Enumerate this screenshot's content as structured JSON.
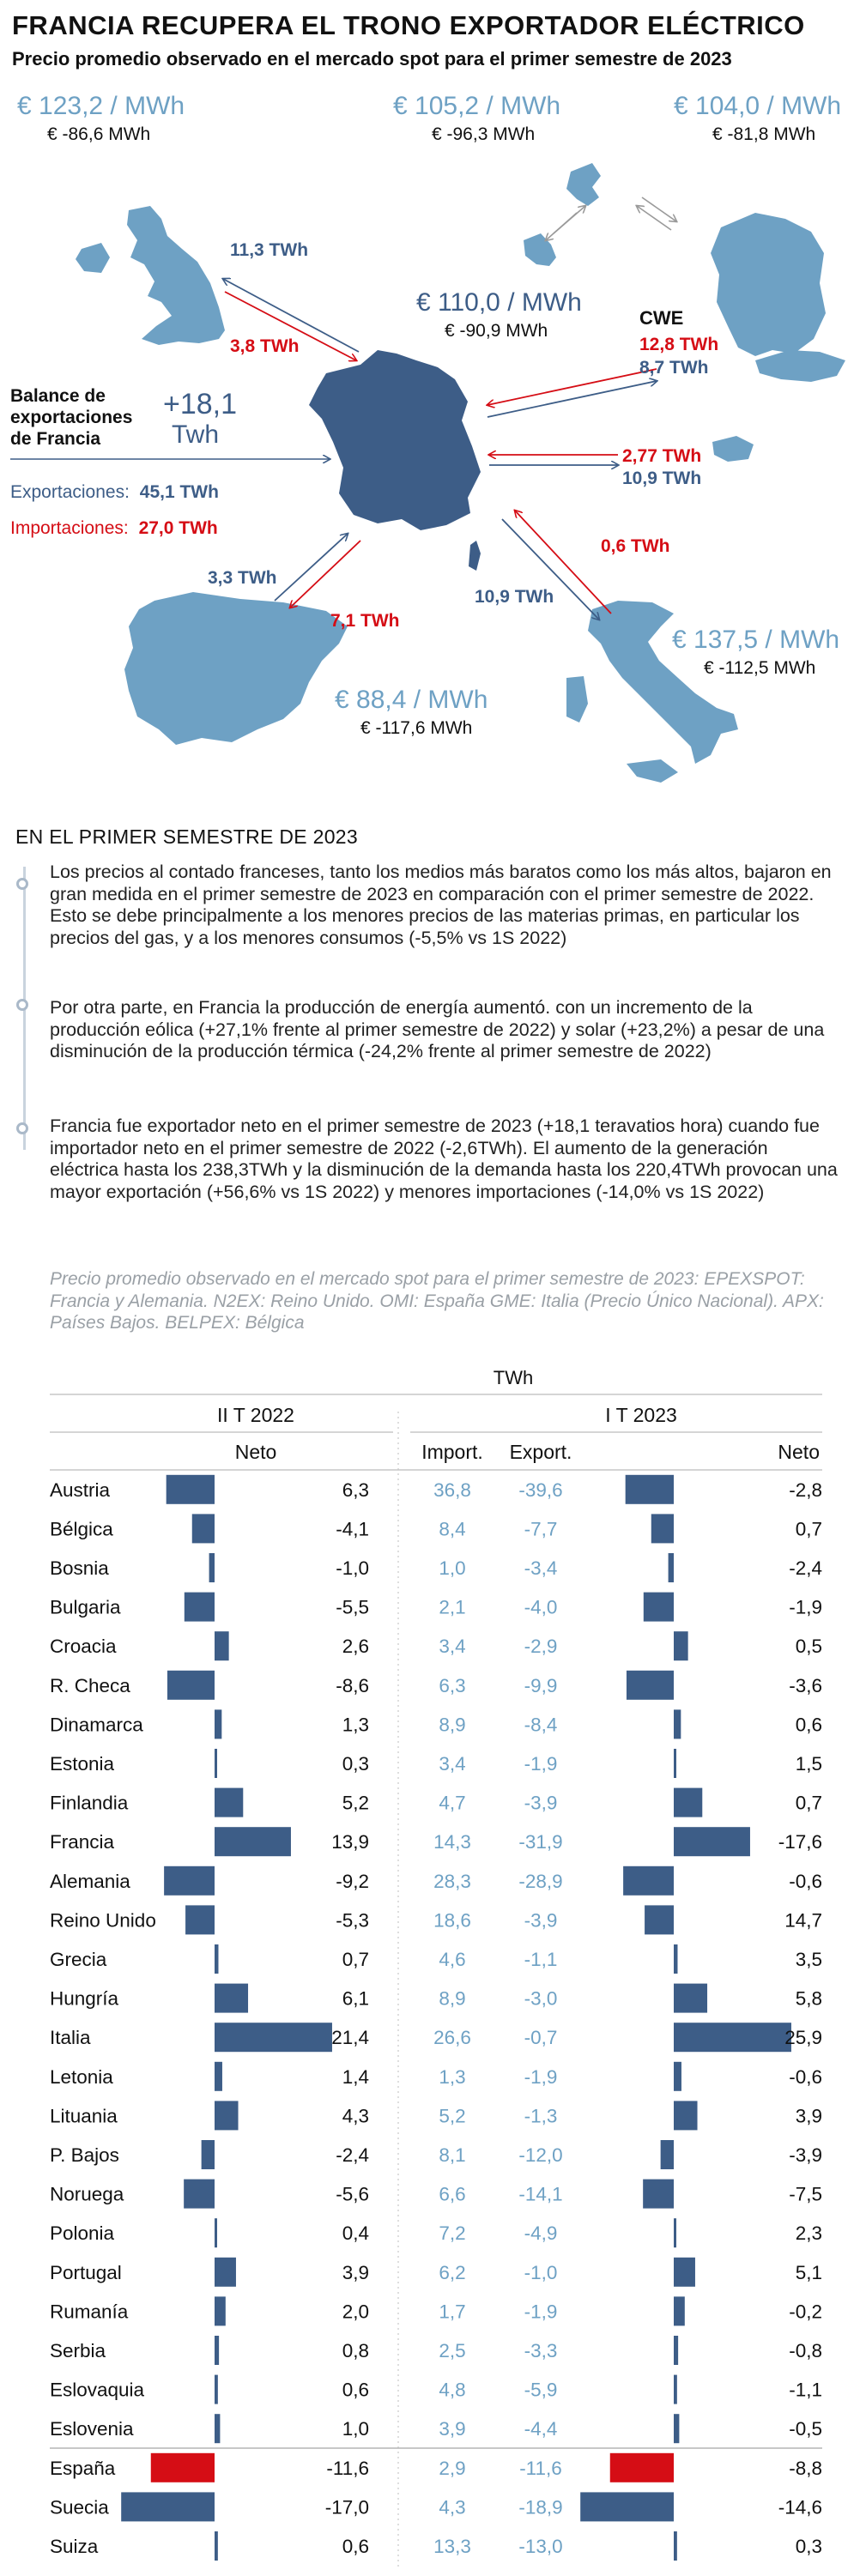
{
  "title": "FRANCIA RECUPERA EL TRONO EXPORTADOR ELÉCTRICO",
  "subtitle": "Precio promedio observado en el mercado spot para el primer semestre de 2023",
  "colors": {
    "navy": "#3d5d87",
    "light_blue": "#6ea1c4",
    "red": "#d50d15",
    "map_gray": "#9a9a9a"
  },
  "map": {
    "uk": {
      "price": "€ 123,2 / MWh",
      "change": "€ -86,6 MWh",
      "flow_to_uk": "11,3 TWh",
      "flow_to_fr": "3,8 TWh"
    },
    "nordic": {
      "price": "€ 105,2 / MWh",
      "change": "€ -96,3 MWh"
    },
    "germany": {
      "price": "€ 104,0 / MWh",
      "change": "€ -81,8 MWh"
    },
    "france": {
      "price": "€ 110,0 / MWh",
      "change": "€ -90,9 MWh"
    },
    "cwe": {
      "label": "CWE",
      "import": "12,8 TWh",
      "export": "8,7 TWh"
    },
    "switzerland": {
      "import": "2,77 TWh",
      "export": "10,9 TWh"
    },
    "italy": {
      "price": "€ 137,5 / MWh",
      "change": "€ -112,5 MWh",
      "import": "0,6 TWh",
      "export": "10,9 TWh"
    },
    "spain": {
      "price": "€ 88,4 / MWh",
      "change": "€ -117,6 MWh",
      "export": "3,3 TWh",
      "import": "7,1 TWh"
    },
    "balance": {
      "label_1": "Balance de",
      "label_2": "exportaciones",
      "label_3": "de Francia",
      "value": "+18,1",
      "unit": "Twh"
    },
    "exports": {
      "label": "Exportaciones:",
      "value": "45,1 TWh"
    },
    "imports": {
      "label": "Importaciones:",
      "value": "27,0 TWh"
    }
  },
  "section": {
    "heading": "EN EL PRIMER SEMESTRE DE 2023",
    "paragraphs": [
      "Los precios al contado franceses, tanto los medios más baratos como los más altos, bajaron en gran medida en el primer semestre de 2023 en comparación con el primer semestre de 2022. Esto se debe principalmente a los menores precios de las materias primas, en particular los precios del gas, y a los menores consumos (-5,5% vs 1S 2022)",
      "Por otra parte, en Francia la producción de energía aumentó. con un incremento de la producción eólica (+27,1% frente al primer semestre de 2022) y solar (+23,2%) a pesar de una disminución de la producción térmica (-24,2% frente al primer semestre de 2022)",
      "Francia fue exportador neto en el primer semestre de 2023 (+18,1 teravatios hora) cuando fue importador neto en el primer semestre de 2022 (-2,6TWh). El aumento de la generación eléctrica hasta los 238,3TWh y la disminución de la demanda hasta los 220,4TWh provocan una mayor exportación (+56,6% vs 1S 2022) y menores importaciones (-14,0% vs 1S 2022)"
    ],
    "source": "Precio promedio observado en el mercado spot para el primer semestre de 2023: EPEXSPOT: Francia y Alemania. N2EX: Reino Unido. OMI: España GME: Italia (Precio Único Nacional). APX: Países Bajos. BELPEX: Bélgica"
  },
  "chart_data": {
    "type": "table",
    "unit": "TWh",
    "period_2022": "II T 2022",
    "period_2023": "I T 2023",
    "col_neto_2022": "Neto",
    "col_import": "Import.",
    "col_export": "Export.",
    "col_neto_2023": "Neto",
    "rows": [
      {
        "country": "Austria",
        "neto_2022": "6,3",
        "import_2023": "36,8",
        "export_2023": "-39,6",
        "neto_2023": "-2,8",
        "bar_2022": -8.8,
        "bar_2023": -8.8
      },
      {
        "country": "Bélgica",
        "neto_2022": "-4,1",
        "import_2023": "8,4",
        "export_2023": "-7,7",
        "neto_2023": "0,7",
        "bar_2022": -4.1,
        "bar_2023": -4.1
      },
      {
        "country": "Bosnia",
        "neto_2022": "-1,0",
        "import_2023": "1,0",
        "export_2023": "-3,4",
        "neto_2023": "-2,4",
        "bar_2022": -1.0,
        "bar_2023": -1.0
      },
      {
        "country": "Bulgaria",
        "neto_2022": "-5,5",
        "import_2023": "2,1",
        "export_2023": "-4,0",
        "neto_2023": "-1,9",
        "bar_2022": -5.5,
        "bar_2023": -5.5
      },
      {
        "country": "Croacia",
        "neto_2022": "2,6",
        "import_2023": "3,4",
        "export_2023": "-2,9",
        "neto_2023": "0,5",
        "bar_2022": 2.6,
        "bar_2023": 2.6
      },
      {
        "country": "R. Checa",
        "neto_2022": "-8,6",
        "import_2023": "6,3",
        "export_2023": "-9,9",
        "neto_2023": "-3,6",
        "bar_2022": -8.6,
        "bar_2023": -8.6
      },
      {
        "country": "Dinamarca",
        "neto_2022": "1,3",
        "import_2023": "8,9",
        "export_2023": "-8,4",
        "neto_2023": "0,6",
        "bar_2022": 1.3,
        "bar_2023": 1.3
      },
      {
        "country": "Estonia",
        "neto_2022": "0,3",
        "import_2023": "3,4",
        "export_2023": "-1,9",
        "neto_2023": "1,5",
        "bar_2022": 0.3,
        "bar_2023": 0.3
      },
      {
        "country": "Finlandia",
        "neto_2022": "5,2",
        "import_2023": "4,7",
        "export_2023": "-3,9",
        "neto_2023": "0,7",
        "bar_2022": 5.2,
        "bar_2023": 5.2
      },
      {
        "country": "Francia",
        "neto_2022": "13,9",
        "import_2023": "14,3",
        "export_2023": "-31,9",
        "neto_2023": "-17,6",
        "bar_2022": 13.9,
        "bar_2023": 13.9
      },
      {
        "country": "Alemania",
        "neto_2022": "-9,2",
        "import_2023": "28,3",
        "export_2023": "-28,9",
        "neto_2023": "-0,6",
        "bar_2022": -9.2,
        "bar_2023": -9.2
      },
      {
        "country": "Reino Unido",
        "neto_2022": "-5,3",
        "import_2023": "18,6",
        "export_2023": "-3,9",
        "neto_2023": "14,7",
        "bar_2022": -5.3,
        "bar_2023": -5.3
      },
      {
        "country": "Grecia",
        "neto_2022": "0,7",
        "import_2023": "4,6",
        "export_2023": "-1,1",
        "neto_2023": "3,5",
        "bar_2022": 0.7,
        "bar_2023": 0.7
      },
      {
        "country": "Hungría",
        "neto_2022": "6,1",
        "import_2023": "8,9",
        "export_2023": "-3,0",
        "neto_2023": "5,8",
        "bar_2022": 6.1,
        "bar_2023": 6.1
      },
      {
        "country": "Italia",
        "neto_2022": "21,4",
        "import_2023": "26,6",
        "export_2023": "-0,7",
        "neto_2023": "25,9",
        "bar_2022": 21.4,
        "bar_2023": 21.4
      },
      {
        "country": "Letonia",
        "neto_2022": "1,4",
        "import_2023": "1,3",
        "export_2023": "-1,9",
        "neto_2023": "-0,6",
        "bar_2022": 1.4,
        "bar_2023": 1.4
      },
      {
        "country": "Lituania",
        "neto_2022": "4,3",
        "import_2023": "5,2",
        "export_2023": "-1,3",
        "neto_2023": "3,9",
        "bar_2022": 4.3,
        "bar_2023": 4.3
      },
      {
        "country": "P. Bajos",
        "neto_2022": "-2,4",
        "import_2023": "8,1",
        "export_2023": "-12,0",
        "neto_2023": "-3,9",
        "bar_2022": -2.4,
        "bar_2023": -2.4
      },
      {
        "country": "Noruega",
        "neto_2022": "-5,6",
        "import_2023": "6,6",
        "export_2023": "-14,1",
        "neto_2023": "-7,5",
        "bar_2022": -5.6,
        "bar_2023": -5.6
      },
      {
        "country": "Polonia",
        "neto_2022": "0,4",
        "import_2023": "7,2",
        "export_2023": "-4,9",
        "neto_2023": "2,3",
        "bar_2022": 0.4,
        "bar_2023": 0.4
      },
      {
        "country": "Portugal",
        "neto_2022": "3,9",
        "import_2023": "6,2",
        "export_2023": "-1,0",
        "neto_2023": "5,1",
        "bar_2022": 3.9,
        "bar_2023": 3.9
      },
      {
        "country": "Rumanía",
        "neto_2022": "2,0",
        "import_2023": "1,7",
        "export_2023": "-1,9",
        "neto_2023": "-0,2",
        "bar_2022": 2.0,
        "bar_2023": 2.0
      },
      {
        "country": "Serbia",
        "neto_2022": "0,8",
        "import_2023": "2,5",
        "export_2023": "-3,3",
        "neto_2023": "-0,8",
        "bar_2022": 0.8,
        "bar_2023": 0.8
      },
      {
        "country": "Eslovaquia",
        "neto_2022": "0,6",
        "import_2023": "4,8",
        "export_2023": "-5,9",
        "neto_2023": "-1,1",
        "bar_2022": 0.6,
        "bar_2023": 0.6
      },
      {
        "country": "Eslovenia",
        "neto_2022": "1,0",
        "import_2023": "3,9",
        "export_2023": "-4,4",
        "neto_2023": "-0,5",
        "bar_2022": 1.0,
        "bar_2023": 1.0
      },
      {
        "country": "España",
        "neto_2022": "-11,6",
        "import_2023": "2,9",
        "export_2023": "-11,6",
        "neto_2023": "-8,8",
        "bar_2022": -11.6,
        "bar_2023": -11.6,
        "highlight": true
      },
      {
        "country": "Suecia",
        "neto_2022": "-17,0",
        "import_2023": "4,3",
        "export_2023": "-18,9",
        "neto_2023": "-14,6",
        "bar_2022": -17.0,
        "bar_2023": -17.0
      },
      {
        "country": "Suiza",
        "neto_2022": "0,6",
        "import_2023": "13,3",
        "export_2023": "-13,0",
        "neto_2023": "0,3",
        "bar_2022": 0.6,
        "bar_2023": 0.6
      }
    ]
  }
}
